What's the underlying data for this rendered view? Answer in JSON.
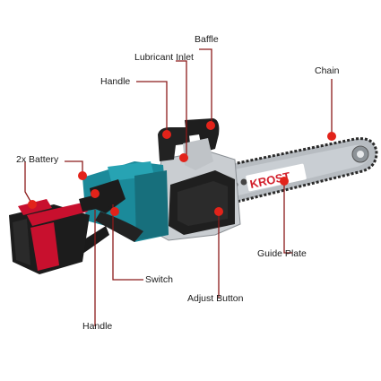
{
  "brand": {
    "logo_text": "KROST"
  },
  "callouts": {
    "baffle": "Baffle",
    "lubricant_inlet": "Lubricant Inlet",
    "handle_top": "Handle",
    "chain": "Chain",
    "battery": "2x Battery",
    "guide_plate": "Guide Plate",
    "switch": "Switch",
    "adjust_button": "Adjust Button",
    "handle_bottom": "Handle"
  },
  "colors": {
    "callout_line": "#8b1a1a",
    "callout_dot": "#e2231a",
    "body_teal": "#1b8a9a",
    "battery_red": "#c8102e",
    "battery_black": "#1c1c1c",
    "guard_gray": "#c9cdd1",
    "bar_silver": "#b7bcc1",
    "logo_red": "#d21f2b"
  }
}
